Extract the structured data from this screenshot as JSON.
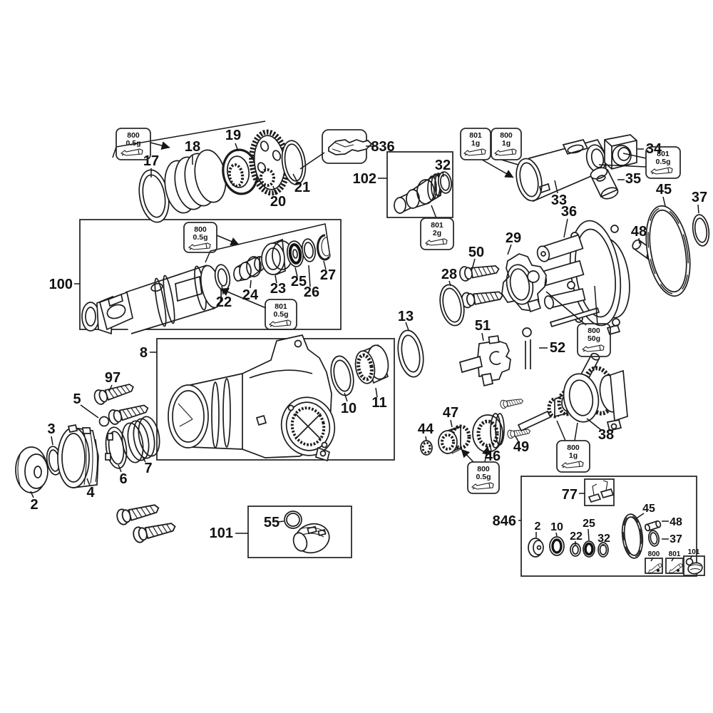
{
  "diagram": {
    "subject": "Rotary hammer power tool exploded parts diagram",
    "background_color": "#ffffff",
    "line_color": "#1c1c1c"
  },
  "part_numbers": {
    "2": "2",
    "3": "3",
    "4": "4",
    "5": "5",
    "6": "6",
    "7": "7",
    "8": "8",
    "10": "10",
    "11": "11",
    "13": "13",
    "17": "17",
    "18": "18",
    "19": "19",
    "20": "20",
    "21": "21",
    "22": "22",
    "23": "23",
    "24": "24",
    "25": "25",
    "26": "26",
    "27": "27",
    "28": "28",
    "29": "29",
    "32": "32",
    "33": "33",
    "34": "34",
    "35": "35",
    "36": "36",
    "37": "37",
    "38": "38",
    "44": "44",
    "45": "45",
    "46": "46",
    "47": "47",
    "48": "48",
    "49": "49",
    "50": "50",
    "51": "51",
    "52": "52",
    "55": "55",
    "77": "77",
    "97": "97",
    "100": "100",
    "101": "101",
    "102": "102",
    "836": "836",
    "846": "846"
  },
  "grease_callouts": [
    {
      "code": "800",
      "amount": "0.5g",
      "location": "top-left parts 17-21"
    },
    {
      "code": "801",
      "amount": "2g",
      "location": "below box 102"
    },
    {
      "code": "801",
      "amount": "1g",
      "location": "above part 33 left"
    },
    {
      "code": "800",
      "amount": "1g",
      "location": "above part 33 right"
    },
    {
      "code": "801",
      "amount": "0.5g",
      "location": "right of part 34"
    },
    {
      "code": "800",
      "amount": "0.5g",
      "location": "box 100 top"
    },
    {
      "code": "801",
      "amount": "0.5g",
      "location": "box 100 bottom"
    },
    {
      "code": "800",
      "amount": "50g",
      "location": "below housing 36"
    },
    {
      "code": "800",
      "amount": "1g",
      "location": "below gear shaft 38"
    },
    {
      "code": "800",
      "amount": "0.5g",
      "location": "below parts 46-47"
    }
  ],
  "legend": {
    "g800": "800",
    "g801": "801",
    "k101": "101"
  }
}
